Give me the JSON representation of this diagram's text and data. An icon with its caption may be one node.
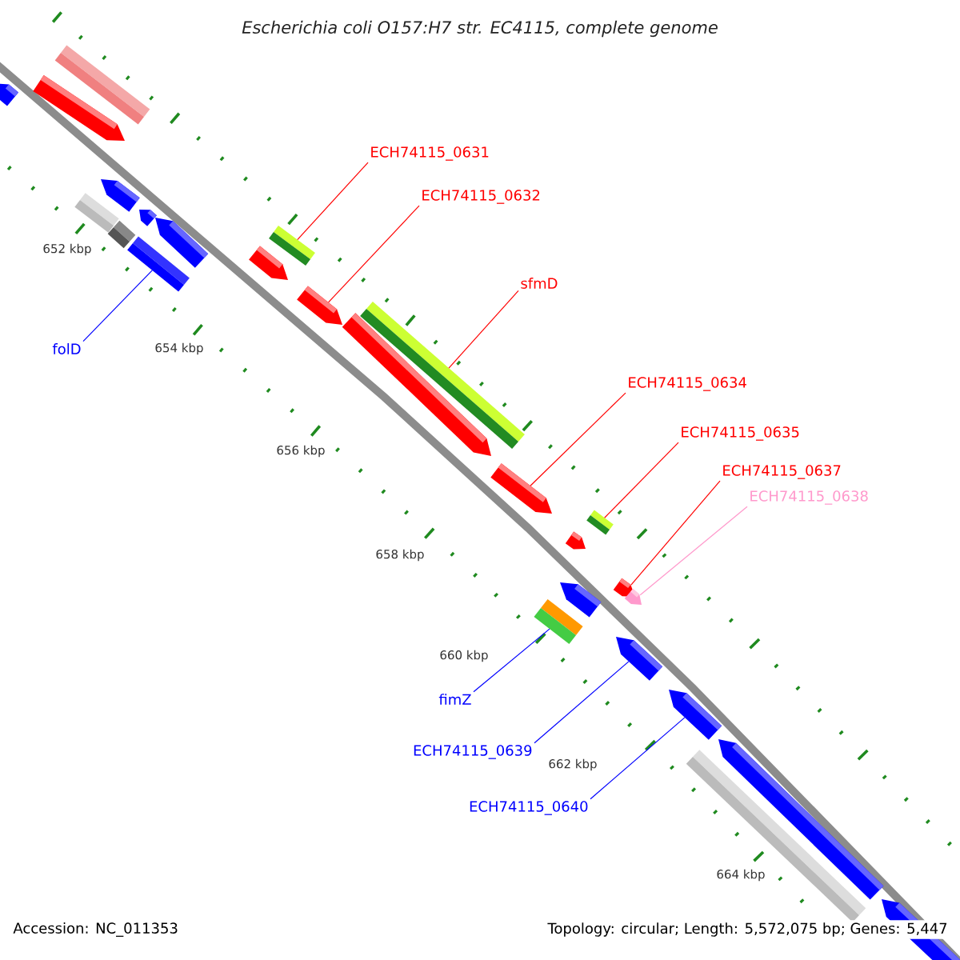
{
  "diagram": {
    "title": "Escherichia coli O157:H7 str. EC4115, complete genome",
    "nodes": [
      {
        "text": [
          "ECH74115_0631"
        ]
      },
      {
        "text": [],
        "shape": "bar"
      },
      {
        "text": [
          "ECH74115_0632"
        ]
      },
      {
        "text": [],
        "shape": "arrow"
      },
      {
        "text": [
          "sfmD"
        ]
      },
      {
        "text": [],
        "shape": "bar"
      },
      {
        "text": [
          "ECH74115_0634"
        ]
      },
      {
        "text": [],
        "shape": "arrow"
      },
      {
        "text": [
          "ECH74115_0635"
        ]
      },
      {
        "text": [],
        "shape": "bar"
      },
      {
        "text": [
          "ECH74115_0637"
        ]
      },
      {
        "text": [],
        "shape": "arrow"
      },
      {
        "text": [
          "ECH74115_0638"
        ]
      },
      {
        "text": [],
        "shape": "arrow"
      },
      {
        "text": [
          "folD"
        ]
      },
      {
        "text": [],
        "shape": "bar"
      },
      {
        "text": [
          "fimZ"
        ]
      },
      {
        "text": [],
        "shape": "bar"
      },
      {
        "text": [
          "ECH74115_0639"
        ]
      },
      {
        "text": [],
        "shape": "arrow"
      },
      {
        "text": [
          "ECH74115_0640"
        ]
      },
      {
        "text": [],
        "shape": "arrow"
      },
      {
        "text": [],
        "shape": "bar"
      },
      {
        "text": [],
        "shape": "arrow"
      },
      {
        "text": [],
        "shape": "arrow"
      },
      {
        "text": [],
        "shape": "arrow"
      },
      {
        "text": [],
        "shape": "arrow"
      },
      {
        "text": [],
        "shape": "arrow"
      },
      {
        "text": [],
        "shape": "arrow"
      },
      {
        "text": [],
        "shape": "bar"
      },
      {
        "text": [],
        "shape": "arrow"
      },
      {
        "text": [],
        "shape": "arrow"
      },
      {
        "text": [],
        "shape": "bar"
      },
      {
        "text": [],
        "shape": "arrow"
      },
      {
        "text": [],
        "shape": "arrow"
      },
      {
        "text": [],
        "shape": "arrow"
      },
      {
        "text": [],
        "shape": "bar"
      }
    ],
    "edges": [
      {
        "from": 0,
        "to": 1,
        "arrow": "none"
      },
      {
        "from": 2,
        "to": 3,
        "arrow": "none"
      },
      {
        "from": 4,
        "to": 5,
        "arrow": "none"
      },
      {
        "from": 6,
        "to": 7,
        "arrow": "none"
      },
      {
        "from": 8,
        "to": 9,
        "arrow": "none"
      },
      {
        "from": 10,
        "to": 11,
        "arrow": "none"
      },
      {
        "from": 12,
        "to": 13,
        "arrow": "none",
        "color": "#ff99cc"
      },
      {
        "from": 14,
        "to": 15,
        "arrow": "none",
        "color": "#0000ff"
      },
      {
        "from": 16,
        "to": 17,
        "arrow": "none",
        "color": "#0000ff"
      },
      {
        "from": 18,
        "to": 19,
        "arrow": "none",
        "color": "#0000ff"
      },
      {
        "from": 20,
        "to": 21,
        "arrow": "none",
        "color": "#0000ff"
      }
    ],
    "labels": [
      "652 kbp",
      "654 kbp",
      "656 kbp",
      "658 kbp",
      "660 kbp",
      "662 kbp",
      "664 kbp",
      "Accession: NC_011353",
      "Topology: circular; Length: 5,572,075 bp; Genes: 5,447"
    ]
  }
}
